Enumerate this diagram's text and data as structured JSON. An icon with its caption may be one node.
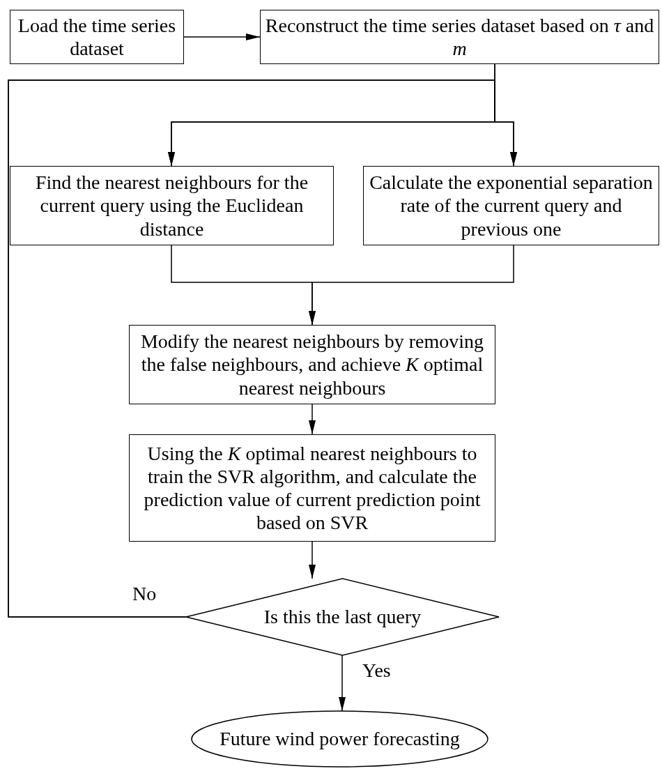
{
  "diagram": {
    "nodes": [
      {
        "text": [
          "Load the time series dataset"
        ]
      },
      {
        "text": [
          "Reconstruct the time series dataset based on *τ* and *m*"
        ]
      },
      {
        "text": [
          "Find the nearest neighbours for the current query using the Euclidean distance"
        ]
      },
      {
        "text": [
          "Calculate the exponential separation rate of the current query and previous one"
        ]
      },
      {
        "text": [
          "Modify the nearest neighbours by removing the false neighbours, and achieve *K* optimal nearest neighbours"
        ]
      },
      {
        "text": [
          "Using the *K* optimal nearest neighbours to train the SVR algorithm, and calculate the prediction value of current prediction point based on SVR"
        ]
      },
      {
        "text": [
          "Is this the last query"
        ]
      },
      {
        "text": [
          "Future wind power forecasting"
        ]
      }
    ],
    "edges": [
      {
        "from": 0,
        "to": 1,
        "arrow": "to"
      },
      {
        "from": 1,
        "to": 2,
        "arrow": "to"
      },
      {
        "from": 1,
        "to": 3,
        "arrow": "to"
      },
      {
        "from": 2,
        "to": 4,
        "arrow": "to"
      },
      {
        "from": 3,
        "to": 4,
        "arrow": "to"
      },
      {
        "from": 4,
        "to": 5,
        "arrow": "to"
      },
      {
        "from": 5,
        "to": 6,
        "arrow": "to"
      },
      {
        "from": 6,
        "to": 2,
        "arrow": "to",
        "label": "No"
      },
      {
        "from": 6,
        "to": 3,
        "arrow": "to"
      },
      {
        "from": 6,
        "to": 7,
        "arrow": "to",
        "label": "Yes"
      }
    ]
  }
}
